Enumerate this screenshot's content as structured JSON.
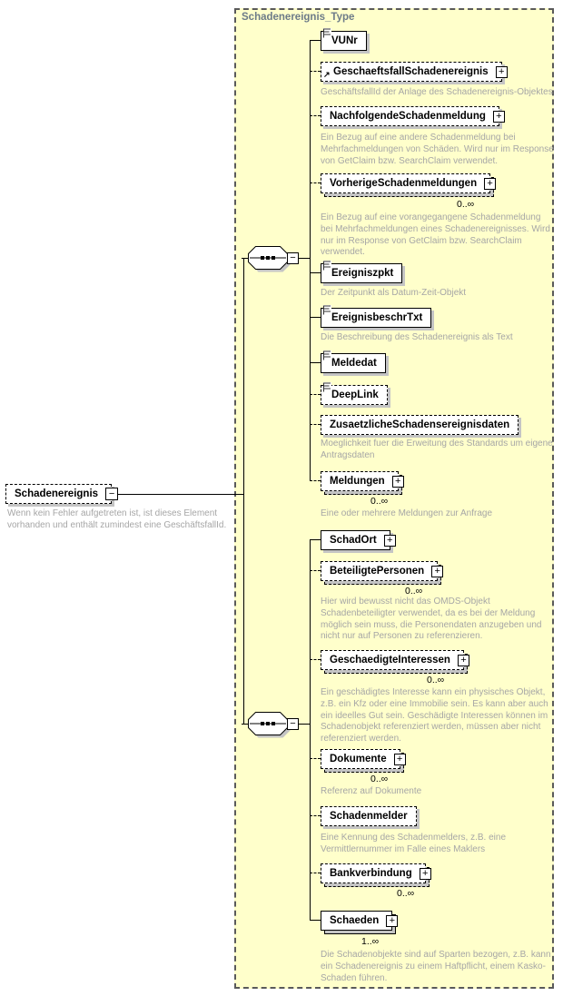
{
  "diagram": {
    "type_title": "Schadenereignis_Type",
    "icons": {
      "expand": "+",
      "collapse": "−",
      "reference_arrow": "↗"
    },
    "colors": {
      "container_bg": "#ffffcb",
      "annotation_text": "#a6a6a6",
      "title_text": "#6d7b88",
      "shadow": "#c4c4c4"
    },
    "root": {
      "label": "Schadenereignis",
      "annotation": "Wenn kein Fehler aufgetreten ist, ist dieses Element vorhanden und enthält zumindest eine GeschäftsfallId."
    },
    "groups": [
      {
        "kind": "sequence",
        "children": [
          {
            "label": "VUNr"
          },
          {
            "label": "GeschaeftsfallSchadenereignis",
            "annotation": "GeschäftsfallId der Anlage des Schadenereignis-Objektes"
          },
          {
            "label": "NachfolgendeSchadenmeldung",
            "annotation": "Ein Bezug auf eine andere Schadenmeldung bei Mehrfachmeldungen von Schäden. Wird nur im Response von GetClaim bzw. SearchClaim verwendet."
          },
          {
            "label": "VorherigeSchadenmeldungen",
            "occurrence": "0..∞",
            "annotation": "Ein Bezug auf eine vorangegangene Schadenmeldung bei Mehrfachmeldungen eines Schadenereignisses. Wird nur im Response von GetClaim bzw. SearchClaim verwendet."
          },
          {
            "label": "Ereigniszpkt",
            "annotation": "Der Zeitpunkt als Datum-Zeit-Objekt"
          },
          {
            "label": "EreignisbeschrTxt",
            "annotation": "Die Beschreibung des Schadenereignis als Text"
          },
          {
            "label": "Meldedat"
          },
          {
            "label": "DeepLink"
          },
          {
            "label": "ZusaetzlicheSchadensereignisdaten",
            "annotation": "Moeglichkeit fuer die Erweitung des Standards um eigene Antragsdaten"
          },
          {
            "label": "Meldungen",
            "occurrence": "0..∞",
            "annotation": "Eine oder mehrere Meldungen zur Anfrage"
          }
        ]
      },
      {
        "kind": "sequence",
        "children": [
          {
            "label": "SchadOrt"
          },
          {
            "label": "BeteiligtePersonen",
            "occurrence": "0..∞",
            "annotation": "Hier wird bewusst nicht das OMDS-Objekt Schadenbeteiligter verwendet, da es bei der Meldung möglich sein muss, die Personendaten anzugeben und nicht nur auf Personen zu referenzieren."
          },
          {
            "label": "GeschaedigteInteressen",
            "occurrence": "0..∞",
            "annotation": "Ein geschädigtes Interesse kann ein physisches Objekt, z.B. ein Kfz oder eine Immobilie sein. Es kann aber auch ein ideelles Gut sein. Geschädigte Interessen können im Schadenobjekt referenziert werden, müssen aber nicht referenziert werden."
          },
          {
            "label": "Dokumente",
            "occurrence": "0..∞",
            "annotation": "Referenz auf Dokumente"
          },
          {
            "label": "Schadenmelder",
            "annotation": "Eine Kennung des Schadenmelders, z.B. eine Vermittlernummer im Falle eines Maklers"
          },
          {
            "label": "Bankverbindung",
            "occurrence": "0..∞"
          },
          {
            "label": "Schaeden",
            "occurrence": "1..∞",
            "annotation": "Die Schadenobjekte sind auf Sparten bezogen, z.B. kann ein Schadenereignis zu einem Haftpflicht, einem Kasko-Schaden führen."
          }
        ]
      }
    ]
  }
}
